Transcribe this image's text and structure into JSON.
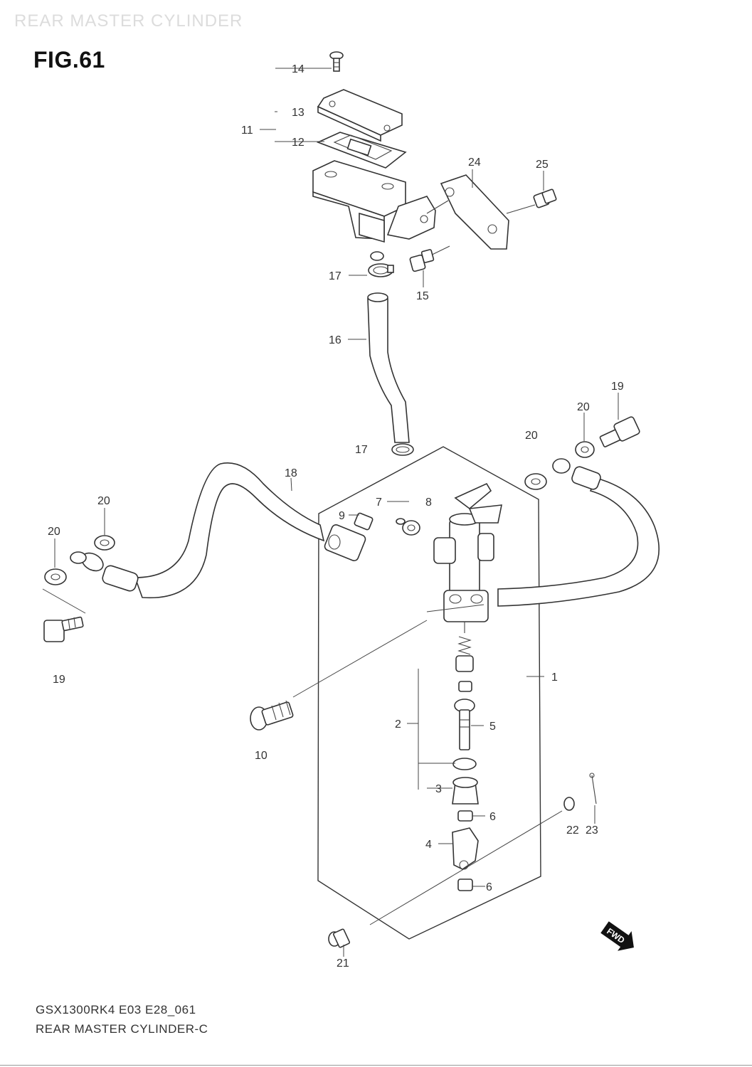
{
  "header": {
    "faded_title": "REAR MASTER CYLINDER",
    "figure_label": "FIG.61"
  },
  "footer": {
    "code": "GSX1300RK4 E03 E28_061",
    "description": "REAR MASTER CYLINDER-C"
  },
  "diagram": {
    "part_callouts": {
      "p14": "14",
      "p13": "13",
      "p11": "11",
      "p12": "12",
      "p24": "24",
      "p25": "25",
      "p17a": "17",
      "p15": "15",
      "p16": "16",
      "p19a": "19",
      "p20a": "20",
      "p20b": "20",
      "p17b": "17",
      "p18": "18",
      "p7": "7",
      "p8": "8",
      "p9": "9",
      "p20c": "20",
      "p20d": "20",
      "p19b": "19",
      "p1": "1",
      "p10": "10",
      "p2": "2",
      "p5": "5",
      "p3": "3",
      "p6a": "6",
      "p22": "22",
      "p23": "23",
      "p4": "4",
      "p6b": "6",
      "p21": "21"
    },
    "direction_badge": "FWD"
  },
  "colors": {
    "ink": "#333333",
    "background": "#ffffff",
    "ghost": "#dcdcdc"
  }
}
